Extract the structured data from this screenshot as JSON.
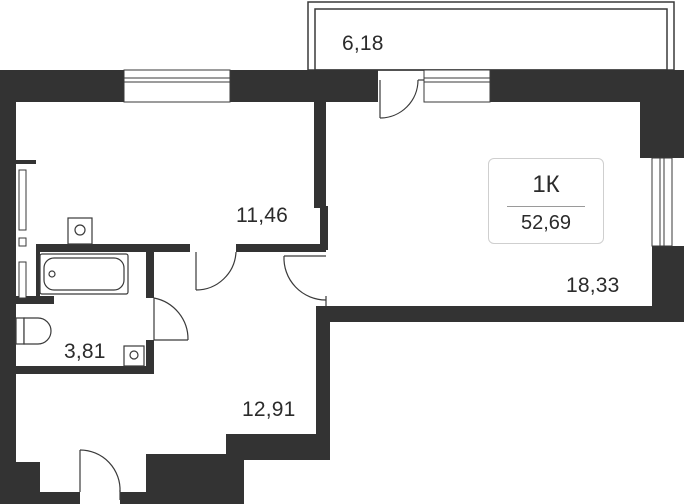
{
  "apartment": {
    "type": "1К",
    "total_area": "52,69"
  },
  "rooms": {
    "balcony": "6,18",
    "kitchen": "11,46",
    "living_room": "18,33",
    "bathroom": "3,81",
    "hallway": "12,91"
  },
  "colors": {
    "wall": "#333333",
    "line": "#3a3a3a",
    "badge_border": "#cfcfcf"
  }
}
